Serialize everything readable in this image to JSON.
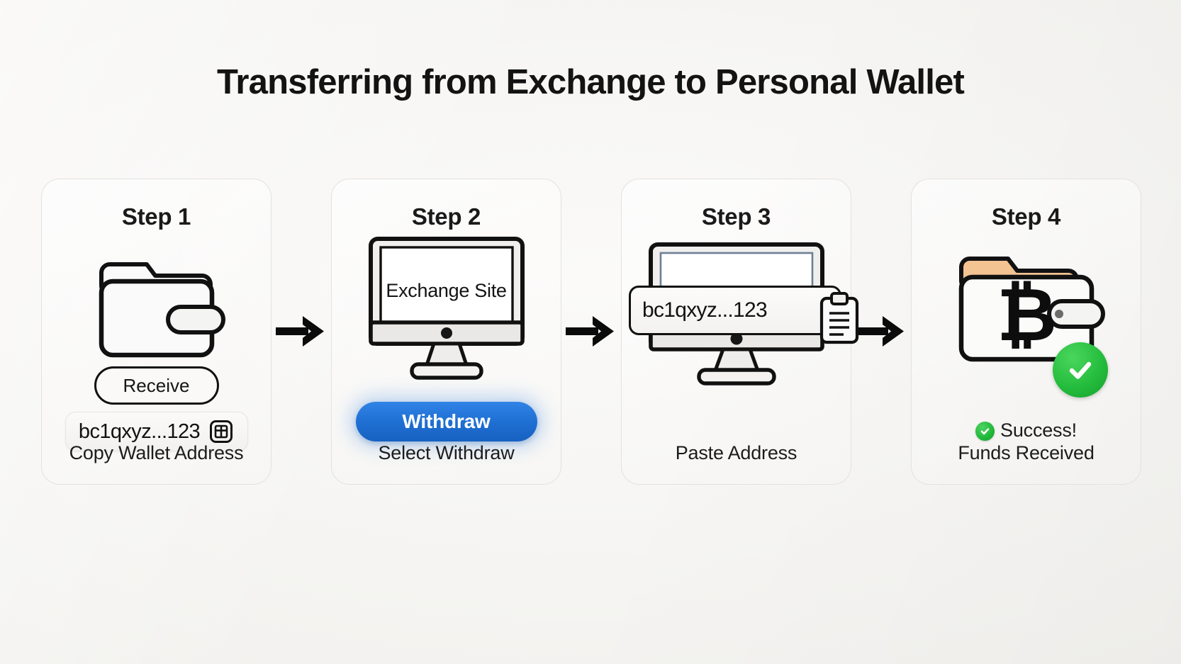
{
  "title": "Transferring from Exchange to Personal Wallet",
  "theme": {
    "background": "#f7f6f4",
    "card_border": "#e3e2e0",
    "text": "#131313",
    "accent_blue": "#1f6fd3",
    "success_green": "#21b93a",
    "wallet_flap_orange": "#f2c08a",
    "stroke": "#111111"
  },
  "arrow_icon": "arrow-right",
  "steps": [
    {
      "label": "Step 1",
      "caption": "Copy Wallet Address",
      "icon": "wallet-icon",
      "pill_label": "Receive",
      "address": "bc1qxyz...123",
      "copy_icon": "copy-icon"
    },
    {
      "label": "Step 2",
      "caption": "Select Withdraw",
      "icon": "monitor-icon",
      "screen_label": "Exchange Site",
      "button_label": "Withdraw"
    },
    {
      "label": "Step 3",
      "caption": "Paste Address",
      "icon": "monitor-icon",
      "address": "bc1qxyz...123",
      "clipboard_icon": "clipboard-icon"
    },
    {
      "label": "Step 4",
      "caption_line1": "Success!",
      "caption_line2": "Funds Received",
      "icon": "wallet-icon",
      "currency_symbol": "₿",
      "status_icon": "check-circle-icon"
    }
  ]
}
